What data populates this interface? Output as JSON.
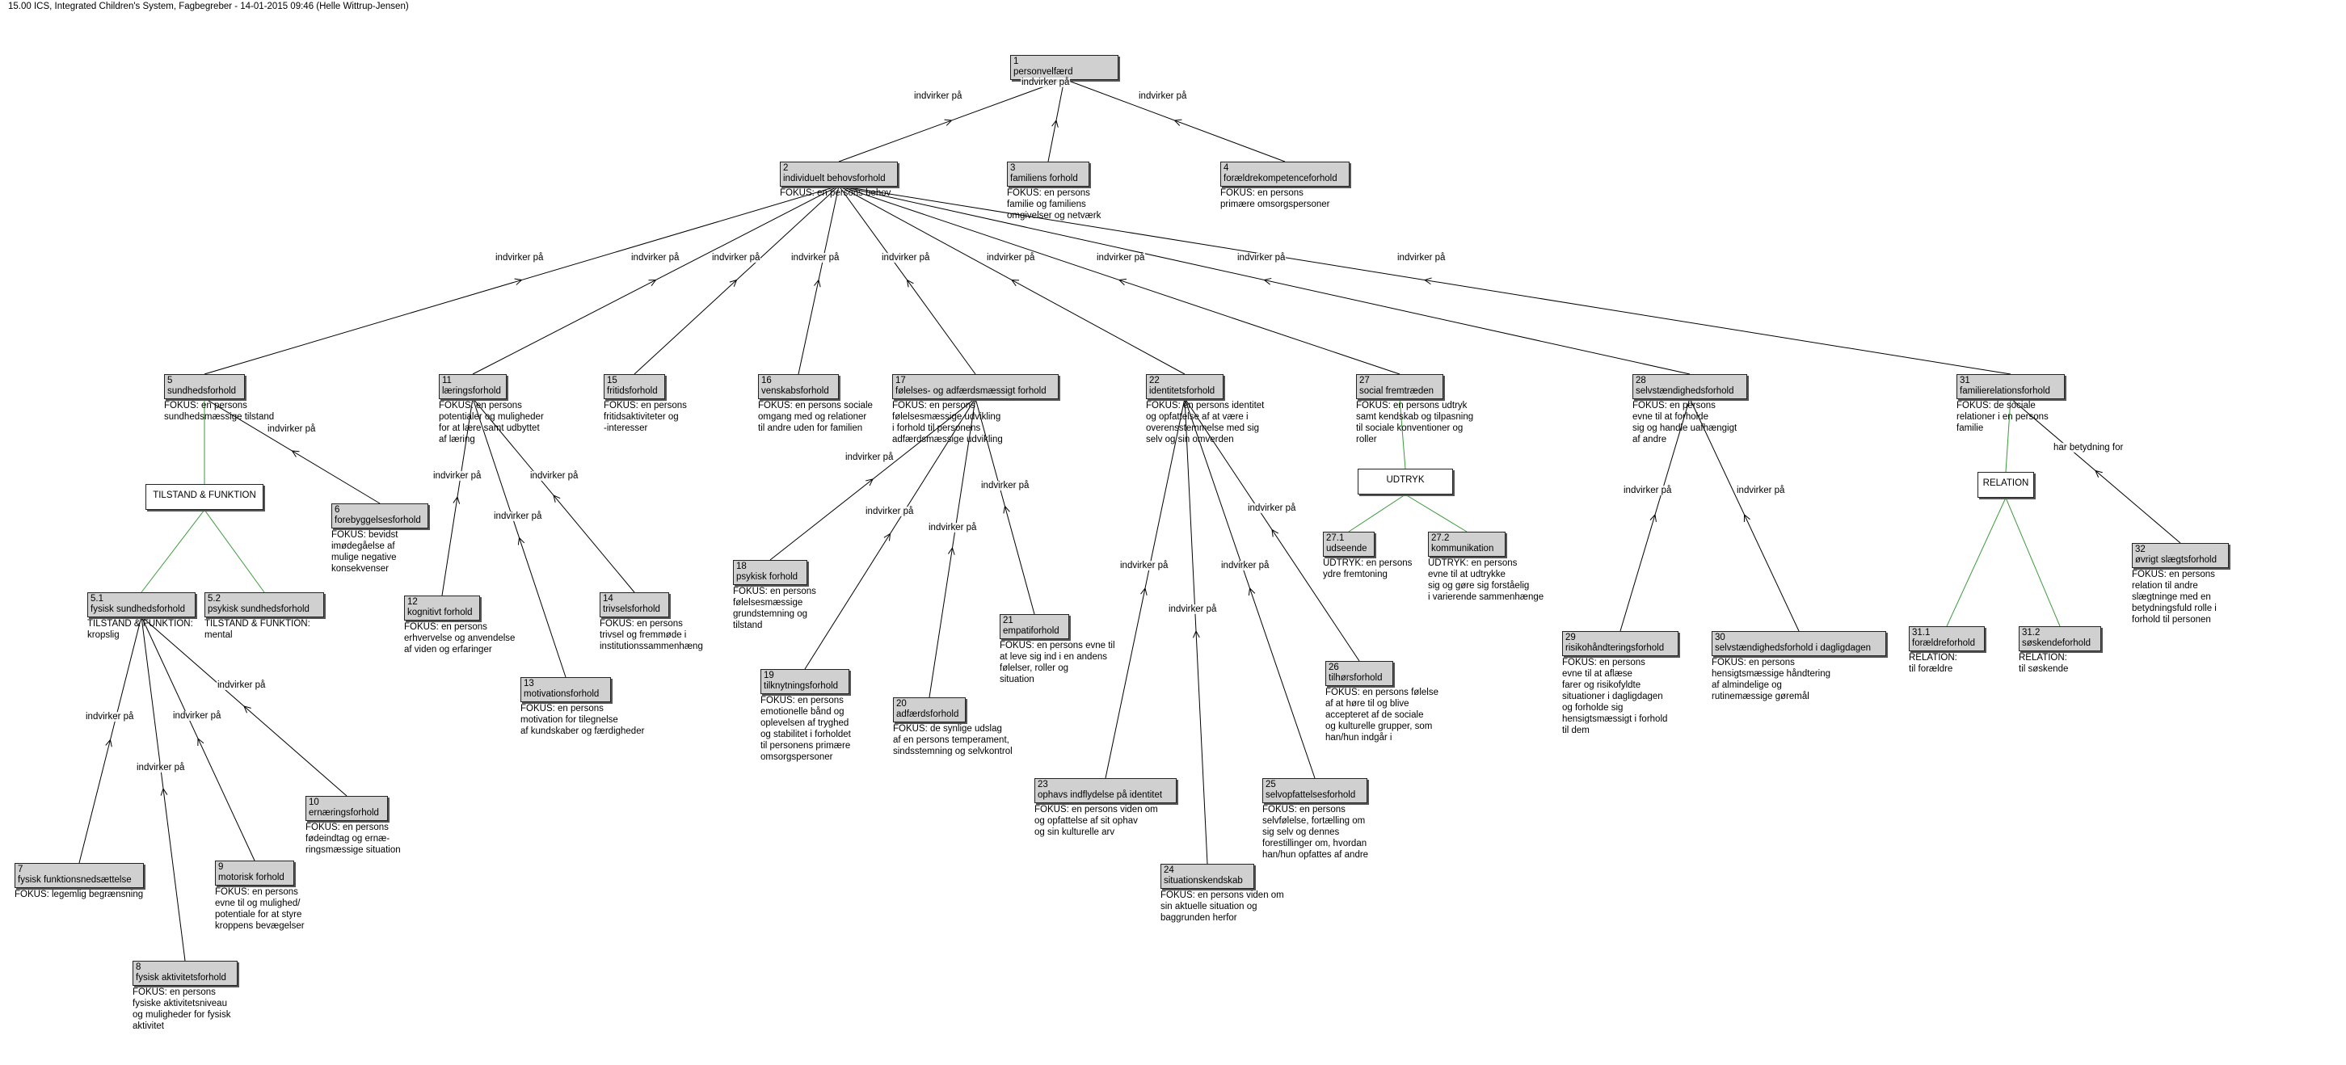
{
  "header": "15.00 ICS, Integrated Children's System, Fagbegreber - 14-01-2015 09:46 (Helle Wittrup-Jensen)",
  "nodes": [
    {
      "id": "1",
      "num": "1",
      "name": "personvelfærd",
      "desc": ""
    },
    {
      "id": "2",
      "num": "2",
      "name": "individuelt behovsforhold",
      "desc": "FOKUS: en persons behov"
    },
    {
      "id": "3",
      "num": "3",
      "name": "familiens forhold",
      "desc": "FOKUS: en persons\nfamilie og familiens\nomgivelser og netværk"
    },
    {
      "id": "4",
      "num": "4",
      "name": "forældrekompetenceforhold",
      "desc": "FOKUS: en persons\nprimære omsorgspersoner"
    },
    {
      "id": "5",
      "num": "5",
      "name": "sundhedsforhold",
      "desc": "FOKUS: en persons\nsundhedsmæssige tilstand"
    },
    {
      "id": "6",
      "num": "6",
      "name": "forebyggelsesforhold",
      "desc": "FOKUS: bevidst\nimødegåelse af\nmulige negative\nkonsekvenser"
    },
    {
      "id": "5.1",
      "num": "5.1",
      "name": "fysisk sundhedsforhold",
      "desc": "TILSTAND & FUNKTION:\nkropslig"
    },
    {
      "id": "5.2",
      "num": "5.2",
      "name": "psykisk sundhedsforhold",
      "desc": "TILSTAND & FUNKTION:\nmental"
    },
    {
      "id": "7",
      "num": "7",
      "name": "fysisk funktionsnedsættelse",
      "desc": "FOKUS: legemlig begrænsning"
    },
    {
      "id": "8",
      "num": "8",
      "name": "fysisk aktivitetsforhold",
      "desc": "FOKUS: en persons\nfysiske aktivitetsniveau\nog muligheder for fysisk\naktivitet"
    },
    {
      "id": "9",
      "num": "9",
      "name": "motorisk forhold",
      "desc": "FOKUS: en persons\nevne til og mulighed/\npotentiale for at styre\nkroppens bevægelser"
    },
    {
      "id": "10",
      "num": "10",
      "name": "ernæringsforhold",
      "desc": "FOKUS: en persons\nfødeindtag og ernæ-\nringsmæssige situation"
    },
    {
      "id": "11",
      "num": "11",
      "name": "læringsforhold",
      "desc": "FOKUS: en persons\npotentialer og muligheder\nfor at lære samt udbyttet\naf læring"
    },
    {
      "id": "12",
      "num": "12",
      "name": "kognitivt forhold",
      "desc": "FOKUS: en persons\nerhvervelse og anvendelse\naf viden og erfaringer"
    },
    {
      "id": "13",
      "num": "13",
      "name": "motivationsforhold",
      "desc": "FOKUS: en persons\nmotivation for tilegnelse\naf kundskaber og færdigheder"
    },
    {
      "id": "14",
      "num": "14",
      "name": "trivselsforhold",
      "desc": "FOKUS: en persons\ntrivsel og fremmøde i\ninstitutionssammenhæng"
    },
    {
      "id": "15",
      "num": "15",
      "name": "fritidsforhold",
      "desc": "FOKUS: en persons\nfritidsaktiviteter og\n-interesser"
    },
    {
      "id": "16",
      "num": "16",
      "name": "venskabsforhold",
      "desc": "FOKUS: en persons sociale\nomgang med og relationer\ntil andre uden for familien"
    },
    {
      "id": "17",
      "num": "17",
      "name": "følelses- og adfærdsmæssigt forhold",
      "desc": "FOKUS: en persons\nfølelsesmæssige udvikling\ni forhold til personens\nadfærdsmæssige udvikling"
    },
    {
      "id": "18",
      "num": "18",
      "name": "psykisk forhold",
      "desc": "FOKUS: en persons\nfølelsesmæssige\ngrundstemning og\ntilstand"
    },
    {
      "id": "19",
      "num": "19",
      "name": "tilknytningsforhold",
      "desc": "FOKUS: en persons\nemotionelle bånd og\noplevelsen af tryghed\nog stabilitet i forholdet\ntil personens primære\nomsorgspersoner"
    },
    {
      "id": "20",
      "num": "20",
      "name": "adfærdsforhold",
      "desc": "FOKUS: de synlige udslag\naf en persons temperament,\nsindsstemning og selvkontrol"
    },
    {
      "id": "21",
      "num": "21",
      "name": "empatiforhold",
      "desc": "FOKUS: en persons evne til\nat leve sig ind i en andens\nfølelser, roller og\nsituation"
    },
    {
      "id": "22",
      "num": "22",
      "name": "identitetsforhold",
      "desc": "FOKUS: en persons identitet\nog opfattelse af at være i\noverensstemmelse med sig\nselv og sin omverden"
    },
    {
      "id": "23",
      "num": "23",
      "name": "ophavs indflydelse på identitet",
      "desc": "FOKUS: en persons viden om\nog opfattelse af sit ophav\nog sin kulturelle arv"
    },
    {
      "id": "24",
      "num": "24",
      "name": "situationskendskab",
      "desc": "FOKUS: en persons viden om\nsin aktuelle situation og\nbaggrunden herfor"
    },
    {
      "id": "25",
      "num": "25",
      "name": "selvopfattelsesforhold",
      "desc": "FOKUS: en persons\nselvfølelse, fortælling om\nsig selv og dennes\nforestillinger om, hvordan\nhan/hun opfattes af andre"
    },
    {
      "id": "26",
      "num": "26",
      "name": "tilhørsforhold",
      "desc": "FOKUS: en persons følelse\naf at høre til og blive\naccepteret af de sociale\nog kulturelle grupper, som\nhan/hun indgår i"
    },
    {
      "id": "27",
      "num": "27",
      "name": "social fremtræden",
      "desc": "FOKUS: en persons udtryk\nsamt kendskab og tilpasning\ntil sociale konventioner og\nroller"
    },
    {
      "id": "27.1",
      "num": "27.1",
      "name": "udseende",
      "desc": "UDTRYK: en persons\nydre fremtoning"
    },
    {
      "id": "27.2",
      "num": "27.2",
      "name": "kommunikation",
      "desc": "UDTRYK: en persons\nevne til at udtrykke\nsig og gøre sig forståelig\ni varierende sammenhænge"
    },
    {
      "id": "28",
      "num": "28",
      "name": "selvstændighedsforhold",
      "desc": "FOKUS: en persons\nevne til at forholde\nsig og handle uafhængigt\naf andre"
    },
    {
      "id": "29",
      "num": "29",
      "name": "risikohåndteringsforhold",
      "desc": "FOKUS: en persons\nevne til at aflæse\nfarer og risikofyldte\nsituationer i dagligdagen\nog forholde sig\nhensigtsmæssigt i forhold\ntil dem"
    },
    {
      "id": "30",
      "num": "30",
      "name": "selvstændighedsforhold i dagligdagen",
      "desc": "FOKUS: en persons\nhensigtsmæssige håndtering\naf almindelige og\nrutinemæssige gøremål"
    },
    {
      "id": "31",
      "num": "31",
      "name": "familierelationsforhold",
      "desc": "FOKUS: de sociale\nrelationer i en persons\nfamilie"
    },
    {
      "id": "31.1",
      "num": "31.1",
      "name": "forældreforhold",
      "desc": "RELATION:\ntil forældre"
    },
    {
      "id": "31.2",
      "num": "31.2",
      "name": "søskendeforhold",
      "desc": "RELATION:\ntil søskende"
    },
    {
      "id": "32",
      "num": "32",
      "name": "øvrigt slægtsforhold",
      "desc": "FOKUS: en persons\nrelation til andre\nslægtninge med en\nbetydningsfuld rolle i\nforhold til personen"
    }
  ],
  "control_nodes": [
    {
      "id": "tf",
      "label": "TILSTAND & FUNKTION"
    },
    {
      "id": "udtryk",
      "label": "UDTRYK"
    },
    {
      "id": "relation",
      "label": "RELATION"
    }
  ],
  "edge_labels": {
    "influence": "indvirker på",
    "significance": "har betydning for"
  },
  "colors": {
    "node_fill": "#d0d0d0",
    "edge": "#000000",
    "division_edge": "#3a9a3a"
  }
}
